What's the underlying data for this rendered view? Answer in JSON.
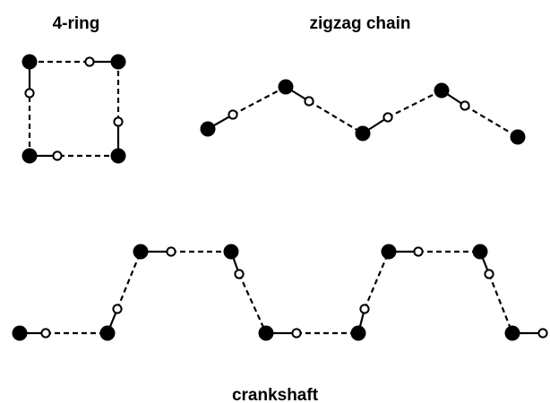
{
  "labels": {
    "ring": "4-ring",
    "zigzag": "zigzag chain",
    "crankshaft": "crankshaft"
  },
  "colors": {
    "line": "#000000",
    "filled_atom": "#000000",
    "open_atom_fill": "#ffffff",
    "background": "#ffffff"
  }
}
